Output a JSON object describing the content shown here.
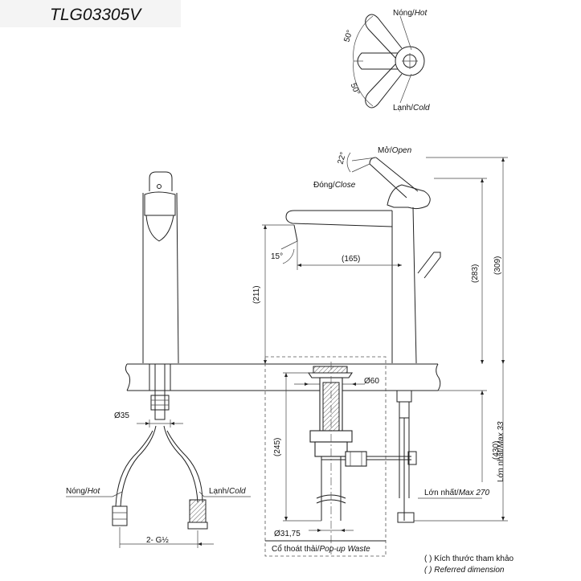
{
  "model": "TLG03305V",
  "handle_top_view": {
    "hot_label": "Nóng/",
    "hot_label_en": "Hot",
    "cold_label": "Lạnh/",
    "cold_label_en": "Cold",
    "hot_angle": "50°",
    "cold_angle": "50°"
  },
  "side_view": {
    "open_label": "Mở/",
    "open_label_en": "Open",
    "close_label": "Đóng/",
    "close_label_en": "Close",
    "lever_angle": "22°",
    "spout_angle": "15°",
    "spout_reach": "(165)",
    "spout_height": "(211)",
    "lever_height": "(283)",
    "total_height": "(309)",
    "outlet_diameter": "Ø60",
    "waste_length": "(245)",
    "waste_diameter": "Ø31,75",
    "waste_label": "Cổ thoát thải/",
    "waste_label_en": "Pop-up Waste",
    "max_thickness_label": "Lớn nhất/",
    "max_thickness_en": "Max 33",
    "max_length_label": "Lớn nhất/",
    "max_length_en": "Max 270",
    "overall_below": "(430)"
  },
  "front_view": {
    "shank_diameter": "Ø35",
    "hot_label": "Nóng/",
    "hot_label_en": "Hot",
    "cold_label": "Lạnh/",
    "cold_label_en": "Cold",
    "thread_label": "2- G½"
  },
  "legend": {
    "line1": "( ) Kích thước tham khảo",
    "line2": "( ) Referred dimension"
  }
}
